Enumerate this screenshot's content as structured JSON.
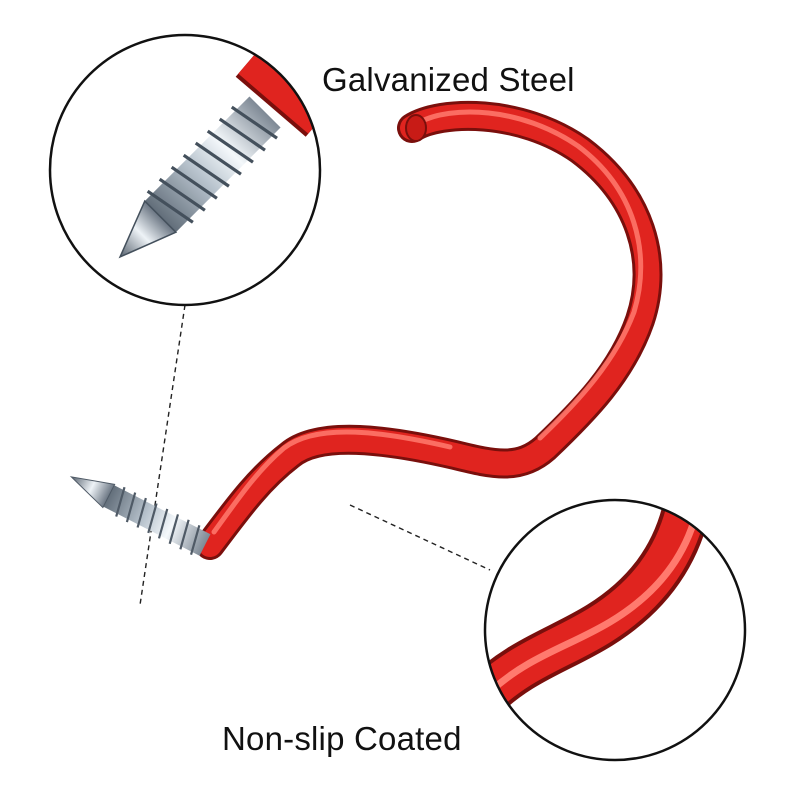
{
  "labels": {
    "top": "Galvanized Steel",
    "bottom": "Non-slip Coated"
  },
  "colors": {
    "coating": "#e0241f",
    "coating_highlight": "#ff6a5c",
    "coating_shadow": "#9e1410",
    "steel": "#c9d3dc",
    "steel_dark": "#6f7b87",
    "steel_light": "#f2f6fa",
    "outline": "#222222",
    "background": "#ffffff"
  },
  "icons": {
    "main_object": "red-coated-screw-hook",
    "zoom_top_left": "magnifier-callout-screw-thread",
    "zoom_bottom_right": "magnifier-callout-coated-bend"
  }
}
